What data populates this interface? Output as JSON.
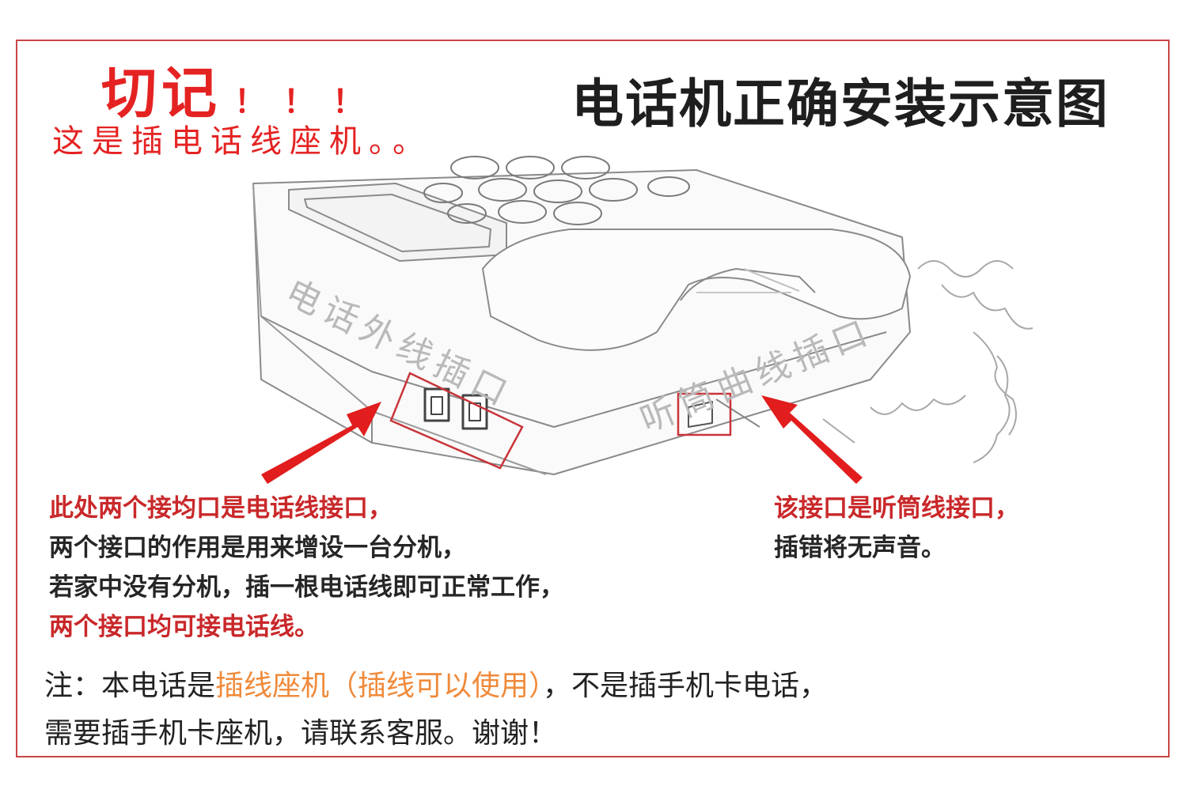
{
  "title": "电话机正确安装示意图",
  "warning": {
    "heading": "切记",
    "exclaim": "！！！",
    "subline": "这是插电话线座机。。"
  },
  "labels": {
    "outer_port": "电话外线插口",
    "handset_port": "听筒曲线插口"
  },
  "left_text": {
    "line1": "此处两个接均口是电话线接口，",
    "line2": "两个接口的作用是用来增设一台分机，",
    "line3": "若家中没有分机，插一根电话线即可正常工作，",
    "line4": "两个接口均可接电话线。"
  },
  "right_text": {
    "line1": "该接口是听筒线接口，",
    "line2": "插错将无声音。"
  },
  "note": {
    "prefix": "注：本电话是",
    "highlight": "插线座机（插线可以使用）",
    "suffix": "，不是插手机卡电话，",
    "line2": "需要插手机卡座机，请联系客服。谢谢！"
  },
  "colors": {
    "accent_red": "#e52222",
    "frame_red": "#c94545",
    "highlight_orange": "#f08a3a"
  }
}
